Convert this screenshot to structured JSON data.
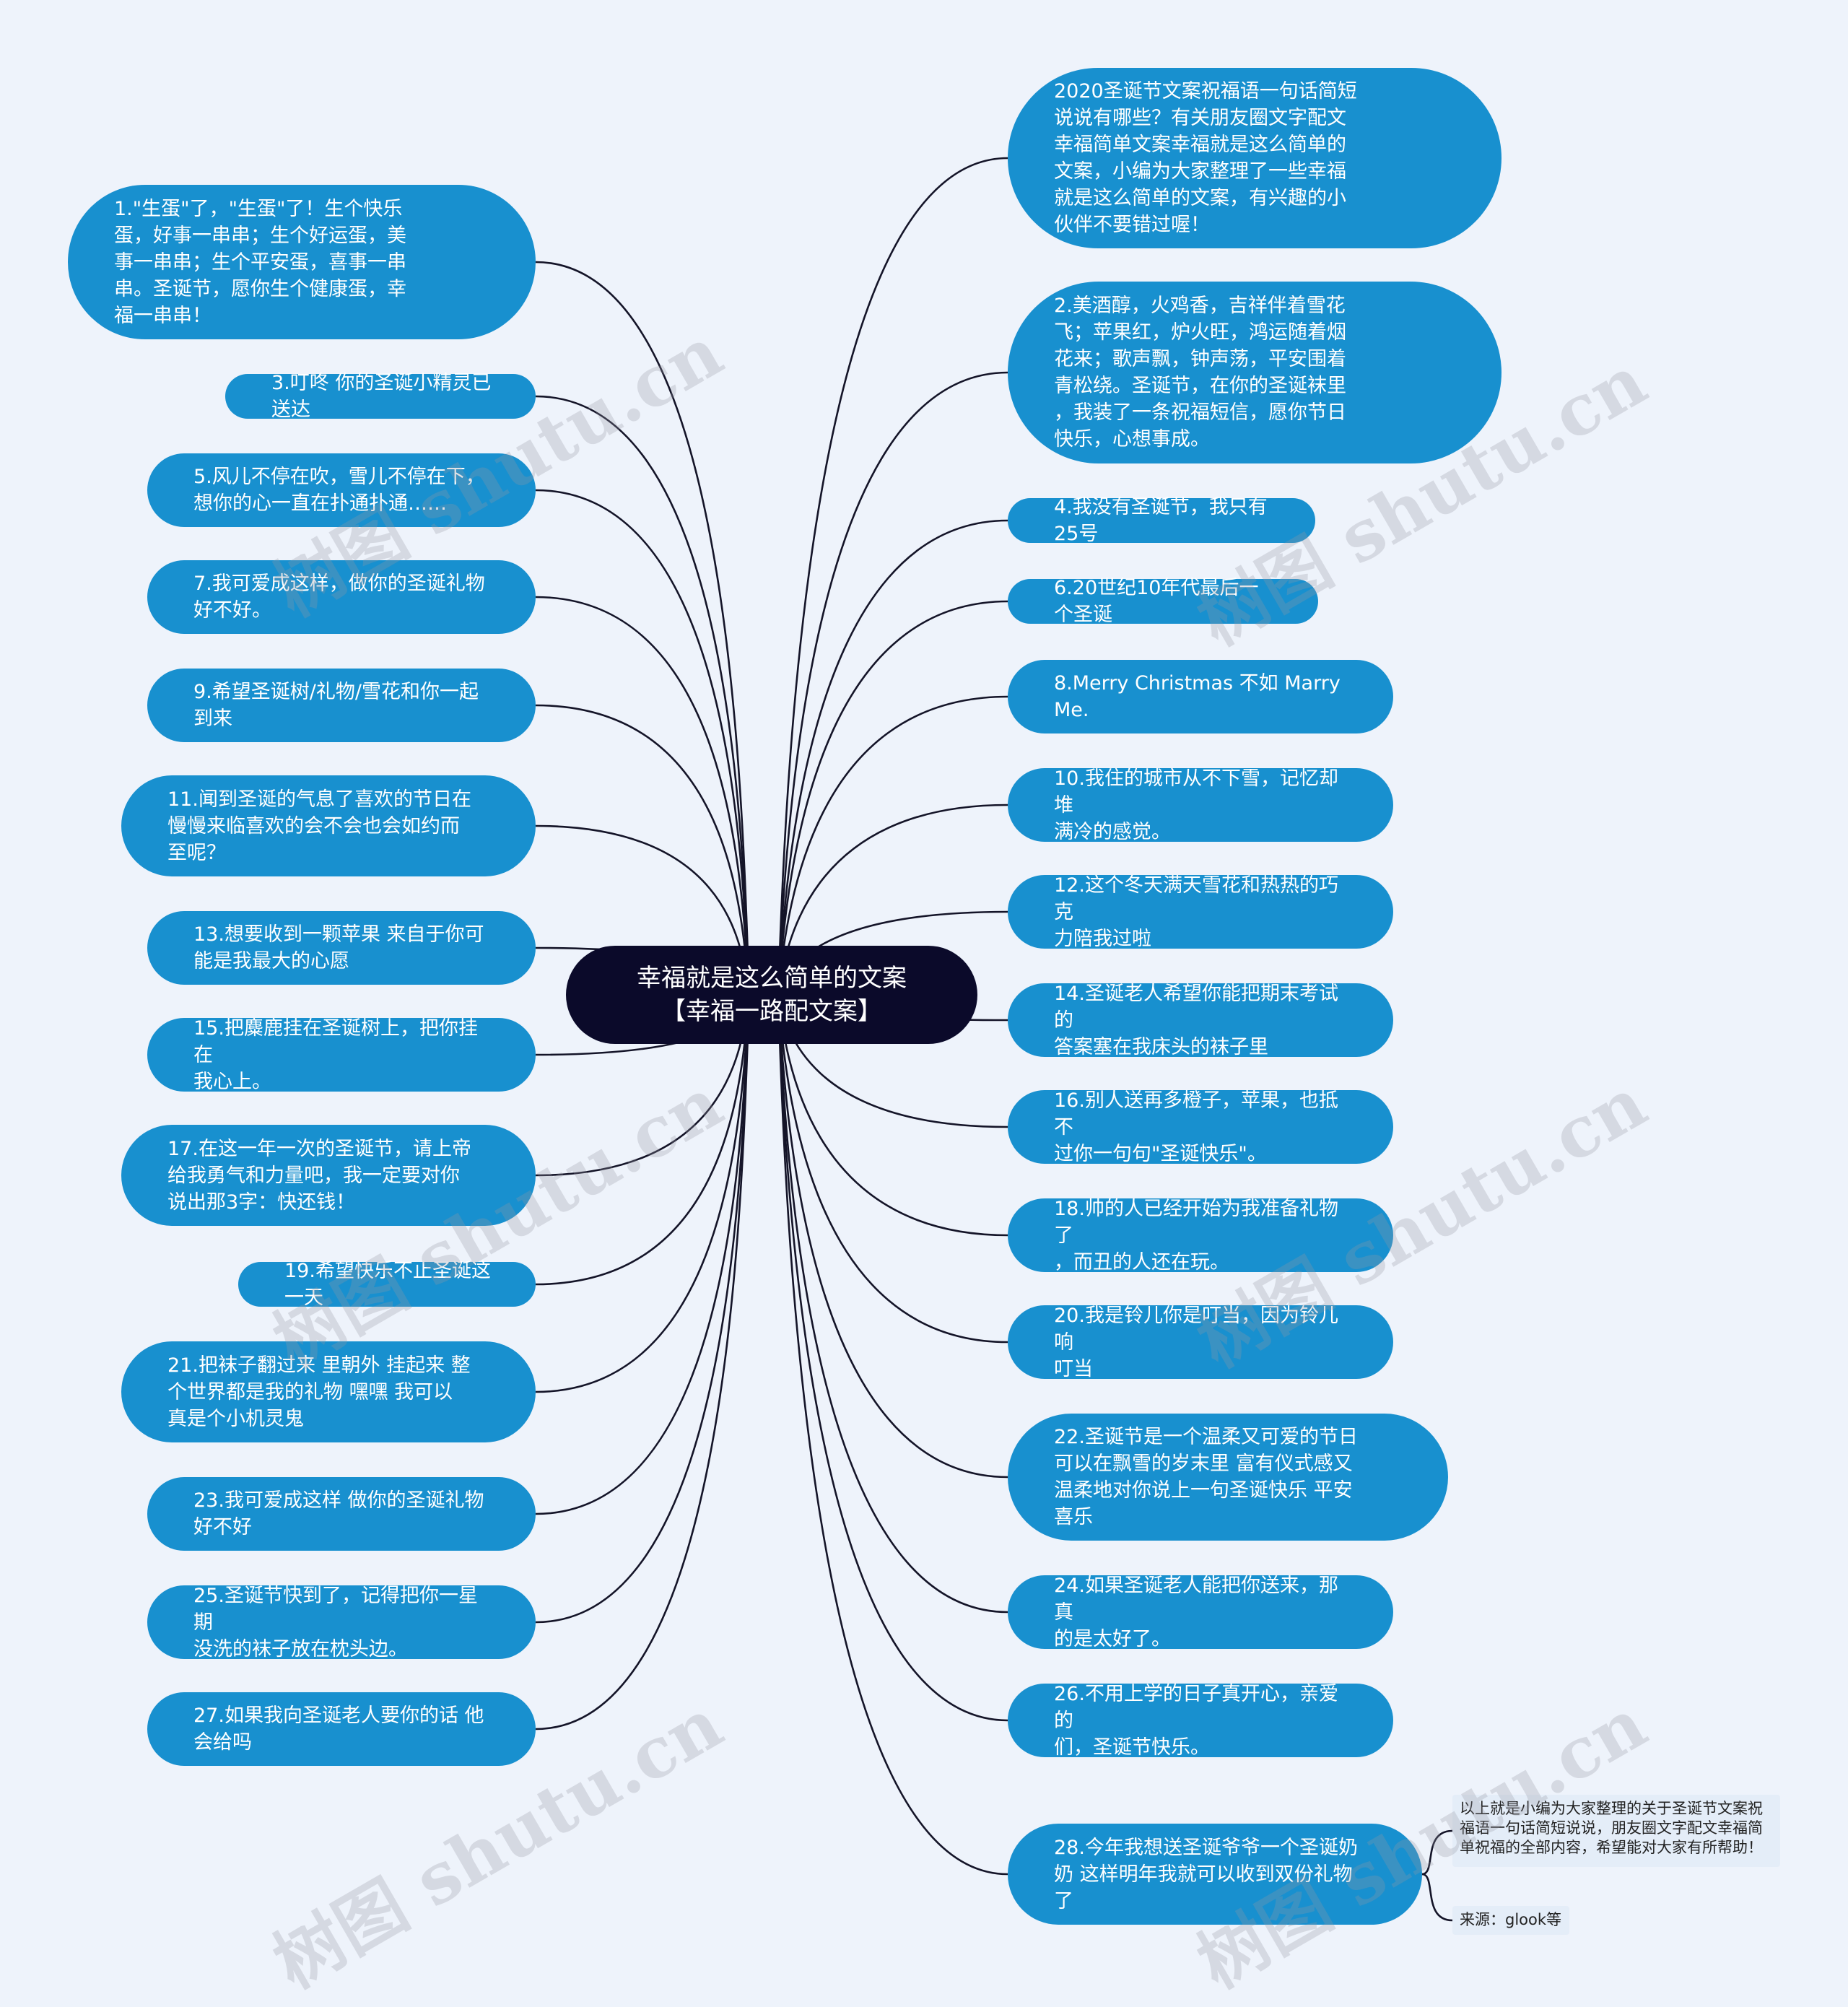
{
  "center": {
    "label": "幸福就是这么简单的文案\n【幸福一路配文案】"
  },
  "left_nodes": [
    {
      "id": "1",
      "text": "1.\"生蛋\"了，\"生蛋\"了！生个快乐\n蛋，好事一串串；生个好运蛋，美\n事一串串；生个平安蛋，喜事一串\n串。圣诞节，愿你生个健康蛋，幸\n福一串串！"
    },
    {
      "id": "3",
      "text": "3.叮咚 你的圣诞小精灵已送达"
    },
    {
      "id": "5",
      "text": "5.风儿不停在吹，雪儿不停在下，\n想你的心一直在扑通扑通……"
    },
    {
      "id": "7",
      "text": "7.我可爱成这样，做你的圣诞礼物\n好不好。"
    },
    {
      "id": "9",
      "text": "9.希望圣诞树/礼物/雪花和你一起\n到来"
    },
    {
      "id": "11",
      "text": "11.闻到圣诞的气息了喜欢的节日在\n慢慢来临喜欢的会不会也会如约而\n至呢？"
    },
    {
      "id": "13",
      "text": "13.想要收到一颗苹果 来自于你可\n能是我最大的心愿"
    },
    {
      "id": "15",
      "text": "15.把麋鹿挂在圣诞树上，把你挂在\n我心上。"
    },
    {
      "id": "17",
      "text": "17.在这一年一次的圣诞节，请上帝\n给我勇气和力量吧，我一定要对你\n说出那3字：快还钱！"
    },
    {
      "id": "19",
      "text": "19.希望快乐不止圣诞这一天"
    },
    {
      "id": "21",
      "text": "21.把袜子翻过来 里朝外 挂起来 整\n个世界都是我的礼物 嘿嘿 我可以\n真是个小机灵鬼"
    },
    {
      "id": "23",
      "text": "23.我可爱成这样 做你的圣诞礼物\n好不好"
    },
    {
      "id": "25",
      "text": "25.圣诞节快到了，记得把你一星期\n没洗的袜子放在枕头边。"
    },
    {
      "id": "27",
      "text": "27.如果我向圣诞老人要你的话 他\n会给吗"
    }
  ],
  "right_nodes": [
    {
      "id": "intro",
      "text": "2020圣诞节文案祝福语一句话简短\n说说有哪些？有关朋友圈文字配文\n幸福简单文案幸福就是这么简单的\n文案，小编为大家整理了一些幸福\n就是这么简单的文案，有兴趣的小\n伙伴不要错过喔！"
    },
    {
      "id": "2",
      "text": "2.美酒醇，火鸡香，吉祥伴着雪花\n飞；苹果红，炉火旺，鸿运随着烟\n花来；歌声飘，钟声荡，平安围着\n青松绕。圣诞节，在你的圣诞袜里\n，我装了一条祝福短信，愿你节日\n快乐，心想事成。"
    },
    {
      "id": "4",
      "text": "4.我没有圣诞节，我只有25号"
    },
    {
      "id": "6",
      "text": "6.20世纪10年代最后一个圣诞"
    },
    {
      "id": "8",
      "text": "8.Merry Christmas 不如 Marry\nMe."
    },
    {
      "id": "10",
      "text": "10.我住的城市从不下雪，记忆却堆\n满冷的感觉。"
    },
    {
      "id": "12",
      "text": "12.这个冬天满天雪花和热热的巧克\n力陪我过啦"
    },
    {
      "id": "14",
      "text": "14.圣诞老人希望你能把期末考试的\n答案塞在我床头的袜子里"
    },
    {
      "id": "16",
      "text": "16.别人送再多橙子，苹果，也抵不\n过你一句句\"圣诞快乐\"。"
    },
    {
      "id": "18",
      "text": "18.帅的人已经开始为我准备礼物了\n，而丑的人还在玩。"
    },
    {
      "id": "20",
      "text": "20.我是铃儿你是叮当，因为铃儿响\n叮当"
    },
    {
      "id": "22",
      "text": "22.圣诞节是一个温柔又可爱的节日\n可以在飘雪的岁末里 富有仪式感又\n温柔地对你说上一句圣诞快乐 平安\n喜乐"
    },
    {
      "id": "24",
      "text": "24.如果圣诞老人能把你送来，那真\n的是太好了。"
    },
    {
      "id": "26",
      "text": "26.不用上学的日子真开心，亲爱的\n们，圣诞节快乐。"
    },
    {
      "id": "28",
      "text": "28.今年我想送圣诞爷爷一个圣诞奶\n奶 这样明年我就可以收到双份礼物\n了"
    }
  ],
  "notes": [
    {
      "text": "以上就是小编为大家整理的关于圣诞节文案祝\n福语一句话简短说说，朋友圈文字配文幸福简\n单祝福的全部内容，希望能对大家有所帮助！"
    },
    {
      "text": "来源：glook等"
    }
  ],
  "watermark": "树图 shutu.cn",
  "colors": {
    "node": "#1890cf",
    "center": "#0b0a2a",
    "line": "#141428",
    "background": "#eef3fb"
  }
}
